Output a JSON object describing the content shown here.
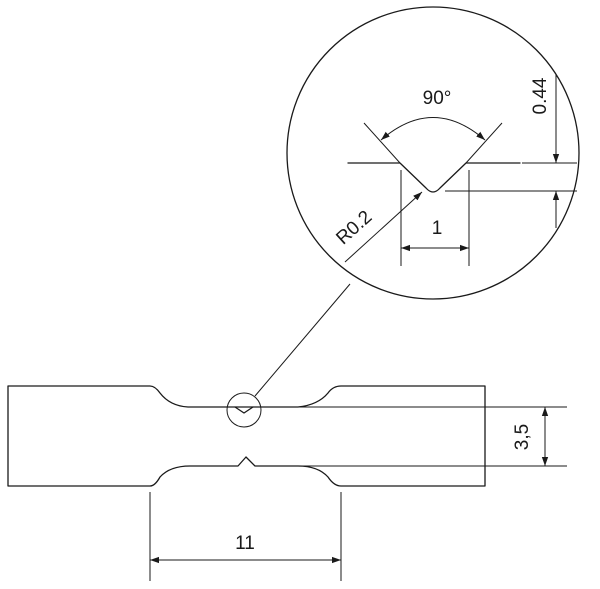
{
  "drawing": {
    "dimensions": {
      "angle": "90°",
      "notch_depth": "0.44",
      "notch_radius": "R0.2",
      "notch_width": "1",
      "neck_width": "3,5",
      "neck_length": "11"
    }
  }
}
